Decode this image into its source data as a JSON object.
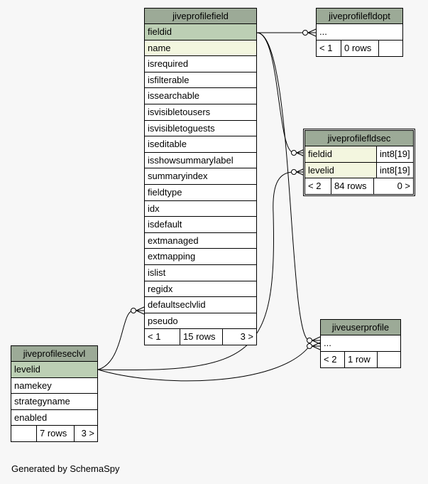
{
  "tables": {
    "jiveprofilefield": {
      "name": "jiveprofilefield",
      "columns": [
        "fieldid",
        "name",
        "isrequired",
        "isfilterable",
        "issearchable",
        "isvisibletousers",
        "isvisibletoguests",
        "iseditable",
        "isshowsummarylabel",
        "summaryindex",
        "fieldtype",
        "idx",
        "isdefault",
        "extmanaged",
        "extmapping",
        "islist",
        "regidx",
        "defaultseclvlid",
        "pseudo"
      ],
      "footer": [
        "< 1",
        "15 rows",
        "3 >"
      ]
    },
    "jiveprofilefldopt": {
      "name": "jiveprofilefldopt",
      "columns": [
        "..."
      ],
      "footer": [
        "< 1",
        "0 rows",
        ""
      ]
    },
    "jiveprofilefldsec": {
      "name": "jiveprofilefldsec",
      "columns": [
        {
          "name": "fieldid",
          "type": "int8[19]"
        },
        {
          "name": "levelid",
          "type": "int8[19]"
        }
      ],
      "footer": [
        "< 2",
        "84 rows",
        "0 >"
      ]
    },
    "jiveuserprofile": {
      "name": "jiveuserprofile",
      "columns": [
        "..."
      ],
      "footer": [
        "< 2",
        "1 row",
        ""
      ]
    },
    "jiveprofileseclvl": {
      "name": "jiveprofileseclvl",
      "columns": [
        "levelid",
        "namekey",
        "strategyname",
        "enabled"
      ],
      "footer": [
        "",
        "7 rows",
        "3 >"
      ]
    }
  },
  "colors": {
    "header": "#9caa97",
    "primary_key": "#bccfb4",
    "indexed": "#f3f6df",
    "background": "#f7f7f7"
  },
  "credit": "Generated by SchemaSpy"
}
